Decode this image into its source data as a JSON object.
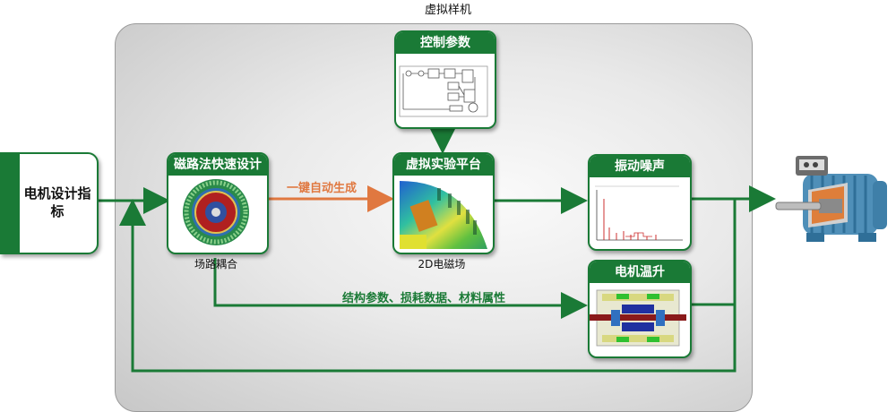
{
  "panel": {
    "title": "虚拟样机"
  },
  "input": {
    "title": "电机设计指标"
  },
  "cards": {
    "control": {
      "title": "控制参数"
    },
    "magnetic": {
      "title": "磁路法快速设计",
      "caption": "场路耦合"
    },
    "virtual_lab": {
      "title": "虚拟实验平台",
      "caption": "2D电磁场"
    },
    "vibration": {
      "title": "振动噪声"
    },
    "thermal": {
      "title": "电机温升"
    }
  },
  "arrows": {
    "auto_generate": "一键自动生成",
    "params": "结构参数、损耗数据、材料属性"
  },
  "colors": {
    "green": "#1a7a36",
    "orange": "#e07840"
  }
}
